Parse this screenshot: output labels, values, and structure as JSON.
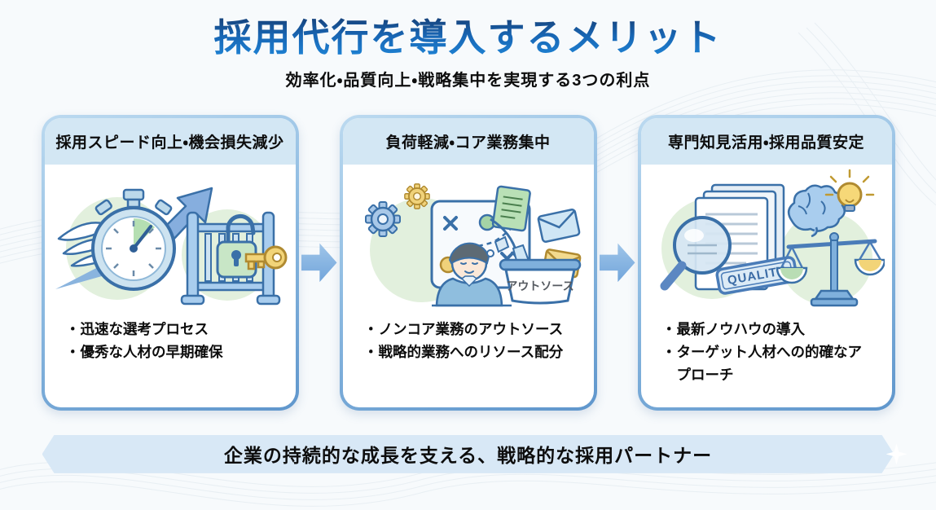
{
  "page": {
    "title": "採用代行を導入するメリット",
    "subtitle": "効率化・品質向上・戦略集中を実現する3つの利点",
    "bullet_char": "・",
    "footer_banner": "企業の持続的な成長を支える、戦略的な採用パートナー"
  },
  "colors": {
    "title_blue_top": "#163f76",
    "title_blue_bottom": "#1f86d8",
    "card_border_blue": "#6fa3d8",
    "card_header_bg": "#d3e7f4",
    "flow_arrow_blue": "#7fb2e0",
    "banner_bg": "#d8e8f6",
    "illustration_green": "#ddeeda",
    "illustration_blue": "#a9cdee",
    "illustration_yellow": "#f2d478"
  },
  "cards": [
    {
      "header": "採用スピード向上・機会損失減少",
      "bullets": [
        "迅速な選考プロセス",
        "優秀な人材の早期確保"
      ]
    },
    {
      "header": "負荷軽減・コア業務集中",
      "basket_label": "アウトソース",
      "bullets": [
        "ノンコア業務のアウトソース",
        "戦略的業務へのリソース配分"
      ]
    },
    {
      "header": "専門知見活用・採用品質安定",
      "quality_label": "QUALITY",
      "bullets": [
        "最新ノウハウの導入",
        "ターゲット人材への的確なアプローチ"
      ]
    }
  ]
}
